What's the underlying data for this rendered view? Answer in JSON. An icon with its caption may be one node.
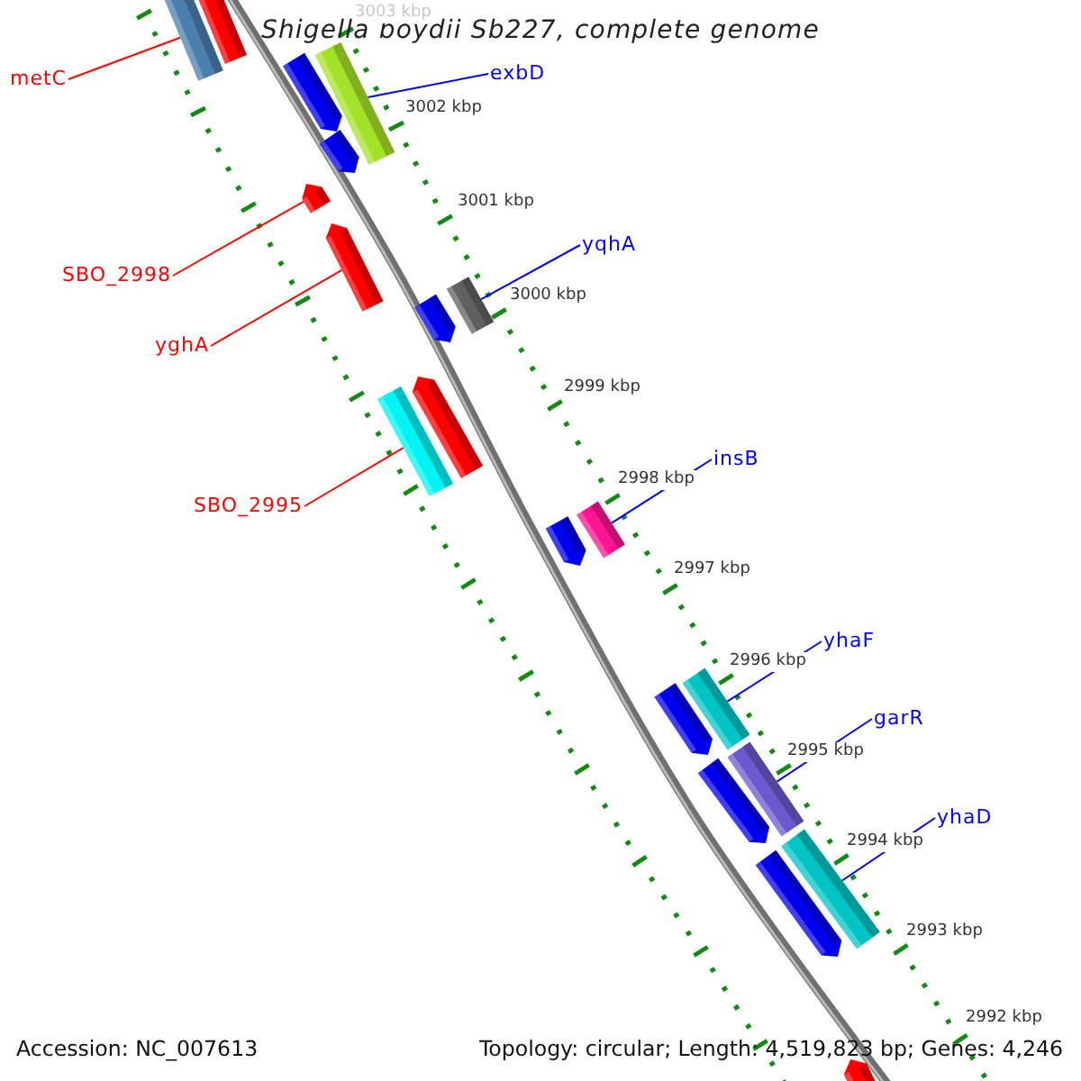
{
  "diagram": {
    "title": "Shigella boydii Sb227, complete genome",
    "nodes": [
      {
        "text": [
          "metC"
        ]
      },
      {
        "text": [
          "exbD"
        ]
      },
      {
        "text": [
          "SBO_2998"
        ]
      },
      {
        "text": [
          "yqhA"
        ]
      },
      {
        "text": [
          "yghA"
        ]
      },
      {
        "text": [
          "insB"
        ]
      },
      {
        "text": [
          "SBO_2995"
        ]
      },
      {
        "text": [
          "yhaF"
        ]
      },
      {
        "text": [
          "garR"
        ]
      },
      {
        "text": [
          "yhaD"
        ]
      },
      {
        "text": [],
        "shape": "bar"
      },
      {
        "text": [],
        "shape": "bar"
      },
      {
        "text": [],
        "shape": "bar"
      },
      {
        "text": [],
        "shape": "bar"
      },
      {
        "text": [],
        "shape": "bar"
      },
      {
        "text": [],
        "shape": "bar"
      },
      {
        "text": [],
        "shape": "bar"
      },
      {
        "text": [],
        "shape": "bar"
      },
      {
        "text": [],
        "shape": "bar"
      },
      {
        "text": [],
        "shape": "bar"
      },
      {
        "text": [],
        "shape": "bar"
      },
      {
        "text": [],
        "shape": "bar"
      },
      {
        "text": [],
        "shape": "bar"
      },
      {
        "text": [],
        "shape": "bar"
      },
      {
        "text": [],
        "shape": "bar"
      },
      {
        "text": [],
        "shape": "bar"
      },
      {
        "text": [],
        "shape": "bar"
      },
      {
        "text": [],
        "shape": "bar"
      },
      {
        "text": [],
        "shape": "bar"
      },
      {
        "text": [],
        "shape": "bar"
      }
    ],
    "edges": [
      {
        "from": 0,
        "to": 10,
        "arrow": "none",
        "color": "#ff0000"
      },
      {
        "from": 1,
        "to": 13,
        "arrow": "none"
      },
      {
        "from": 2,
        "to": 15,
        "arrow": "none",
        "color": "#ff0000"
      },
      {
        "from": 3,
        "to": 18,
        "arrow": "none"
      },
      {
        "from": 4,
        "to": 16,
        "arrow": "none",
        "color": "#ff0000"
      },
      {
        "from": 5,
        "to": 21,
        "arrow": "none"
      },
      {
        "from": 6,
        "to": 20,
        "arrow": "none",
        "color": "#ff0000"
      },
      {
        "from": 7,
        "to": 23,
        "arrow": "none"
      },
      {
        "from": 8,
        "to": 25,
        "arrow": "none"
      },
      {
        "from": 9,
        "to": 27,
        "arrow": "none"
      }
    ],
    "labels": [
      "3003 kbp",
      "3002 kbp",
      "3001 kbp",
      "3000 kbp",
      "2999 kbp",
      "2998 kbp",
      "2997 kbp",
      "2996 kbp",
      "2995 kbp",
      "2994 kbp",
      "2993 kbp",
      "2992 kbp",
      "Accession: NC_007613",
      "Topology: circular; Length: 4,519,823 bp; Genes: 4,246"
    ]
  }
}
